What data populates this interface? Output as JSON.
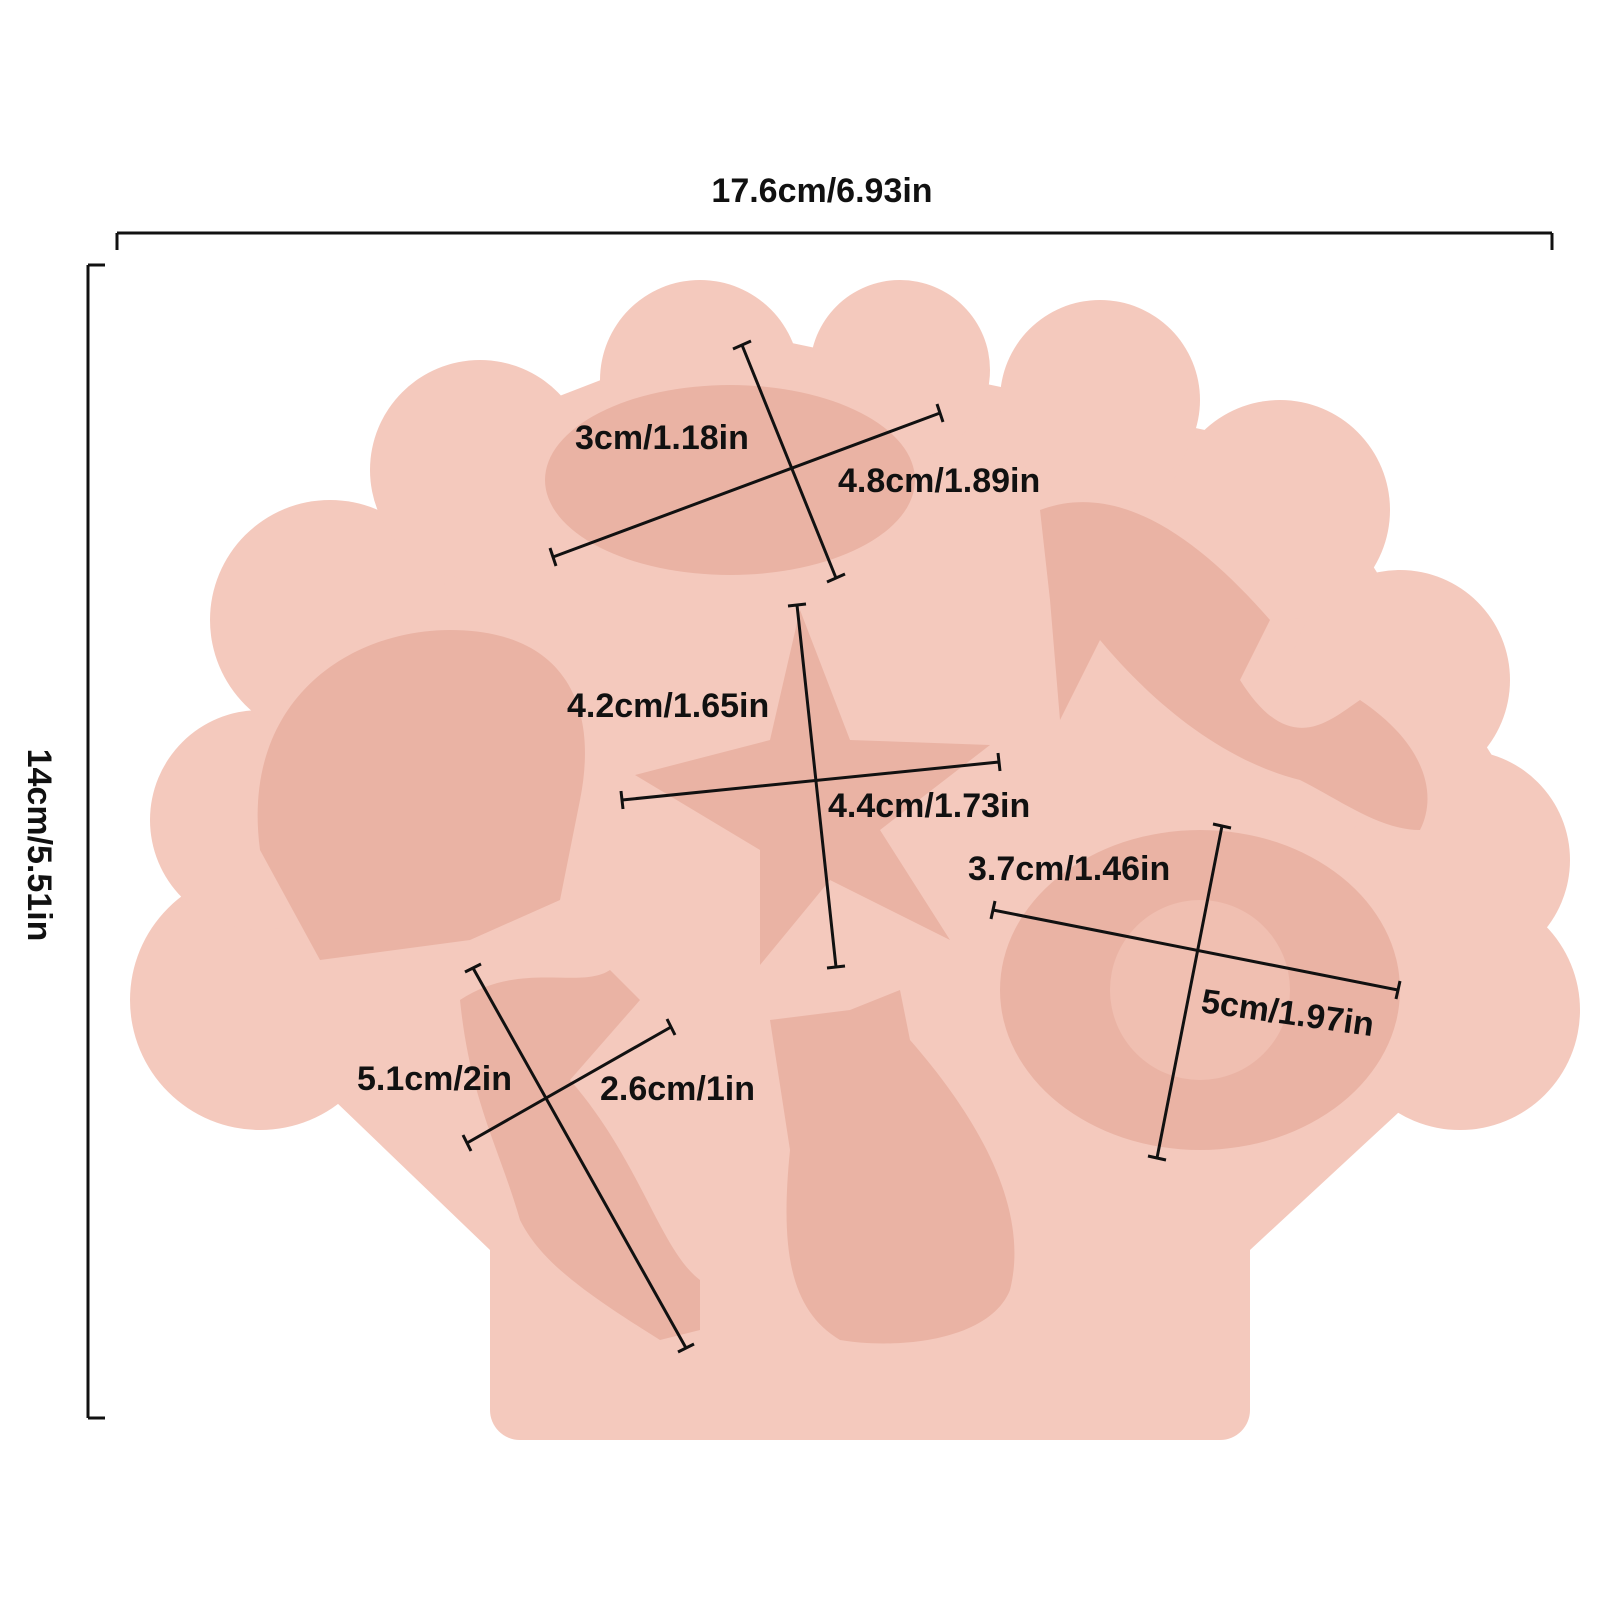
{
  "overall": {
    "width_label": "17.6cm/6.93in",
    "height_label": "14cm/5.51in"
  },
  "cavities": {
    "turtle": {
      "height_label": "3cm/1.18in",
      "width_label": "4.8cm/1.89in"
    },
    "starfish": {
      "height_label": "4.2cm/1.65in",
      "width_label": "4.4cm/1.73in"
    },
    "snail": {
      "height_label": "3.7cm/1.46in",
      "width_label": "5cm/1.97in"
    },
    "seahorse": {
      "height_label": "5.1cm/2in",
      "width_label": "2.6cm/1in"
    }
  },
  "colors": {
    "mold": "#f4c9bd",
    "cavity": "#eab3a4",
    "lines": "#111111"
  }
}
